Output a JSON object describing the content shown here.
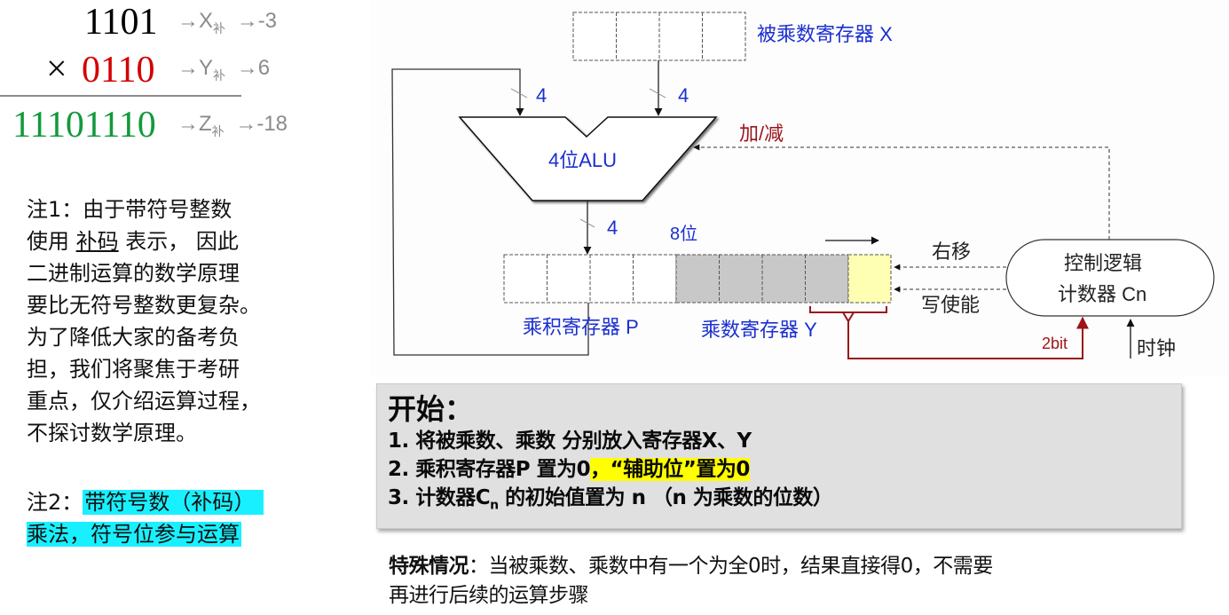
{
  "arithmetic": {
    "multiplicand": "1101",
    "multiplier": "0110",
    "times_symbol": "×",
    "product": "11101110",
    "colors": {
      "multiplicand": "#111111",
      "multiplier": "#d40000",
      "product": "#129a3c"
    },
    "annotations": [
      {
        "arrow": "→",
        "var": "X",
        "sub": "补",
        "value_arrow": "→",
        "value": "-3"
      },
      {
        "arrow": "→",
        "var": "Y",
        "sub": "补",
        "value_arrow": "→",
        "value": "6"
      },
      {
        "arrow": "→",
        "var": "Z",
        "sub": "补",
        "value_arrow": "→",
        "value": "-18"
      }
    ]
  },
  "notes": {
    "note1": {
      "lines": [
        "注1：由于带符号整数",
        "使用 ",
        "补码",
        " 表示， 因此",
        "二进制运算的数学原理",
        "要比无符号整数更复杂。",
        "为了降低大家的备考负",
        "担，我们将聚焦于考研",
        "重点，仅介绍运算过程，",
        "不探讨数学原理。"
      ]
    },
    "note2": {
      "prefix": "注2：",
      "highlight_line1": "带符号数（补码）",
      "highlight_line2": "乘法，符号位参与运算"
    }
  },
  "diagram": {
    "multiplicand_register_label": "被乘数寄存器 X",
    "alu_label": "4位ALU",
    "bus_width_left": "4",
    "bus_width_right": "4",
    "bus_width_out": "4",
    "add_sub_label": "加/减",
    "bits_label": "8位",
    "product_register_label": "乘积寄存器 P",
    "multiplier_register_label": "乘数寄存器 Y",
    "shift_right_label": "右移",
    "write_enable_label": "写使能",
    "control_logic_line1": "控制逻辑",
    "control_logic_line2": "计数器 Cn",
    "two_bit_label": "2bit",
    "clock_label": "时钟",
    "colors": {
      "register_gray": "#c8c8c8",
      "aux_bit_yellow": "#ffffb4",
      "label_blue": "#1a2fcf",
      "signal_red": "#9b1418"
    }
  },
  "start_box": {
    "title": "开始：",
    "items": [
      {
        "text": "1. 将被乘数、乘数 分别放入寄存器X、Y"
      },
      {
        "text_plain": "2. 乘积寄存器P 置为0",
        "text_highlight": "，“辅助位”置为0"
      },
      {
        "text_pre": "3. 计数器C",
        "sub": "n",
        "text_post": " 的初始值置为 n （n 为乘数的位数）"
      }
    ]
  },
  "special_case": {
    "label": "特殊情况",
    "text_line1": "：当被乘数、乘数中有一个为全0时，结果直接得0，不需要",
    "text_line2": "再进行后续的运算步骤"
  }
}
